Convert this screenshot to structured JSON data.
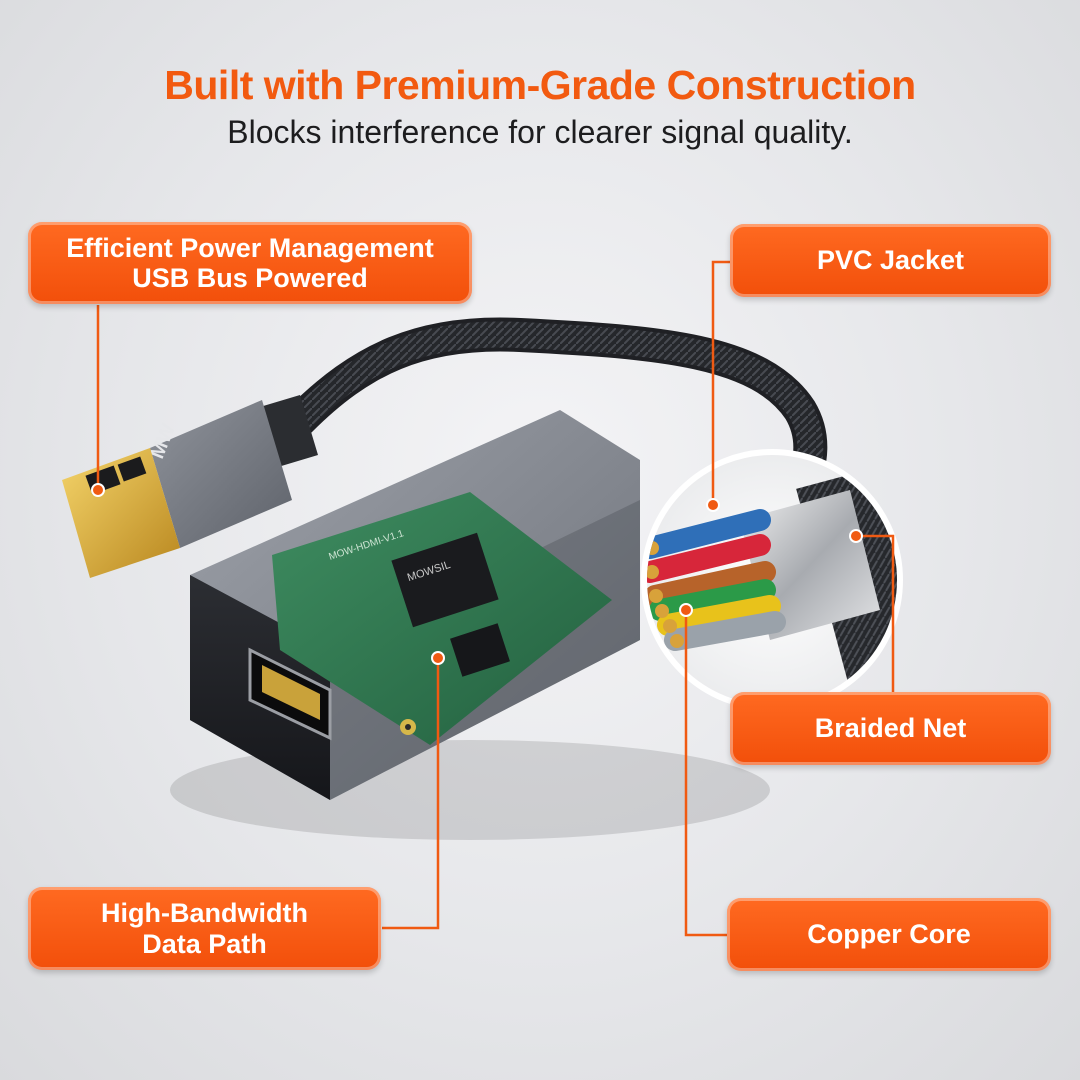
{
  "header": {
    "title": "Built with Premium-Grade Construction",
    "subtitle": "Blocks interference for clearer signal quality."
  },
  "callouts": {
    "power": {
      "line1": "Efficient Power Management",
      "line2": "USB Bus Powered"
    },
    "pvc": {
      "label": "PVC Jacket"
    },
    "braid": {
      "label": "Braided Net"
    },
    "bandwidth": {
      "line1": "High-Bandwidth",
      "line2": "Data Path"
    },
    "copper": {
      "label": "Copper Core"
    }
  },
  "product": {
    "logo": "MW",
    "chip_label": "MOWSIL",
    "board_label": "MOW-HDMI-V1.1"
  },
  "colors": {
    "accent": "#f55a12",
    "title": "#f25a10",
    "text": "#1d1d1f",
    "housing": "#7b7f87",
    "pcb": "#2f7a52"
  }
}
